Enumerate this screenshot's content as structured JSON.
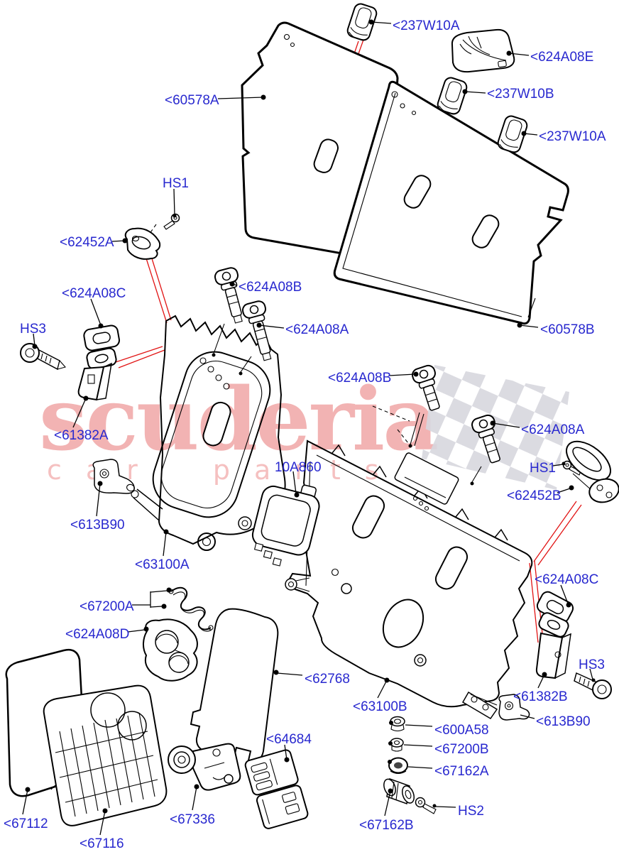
{
  "figure": {
    "description": "Exploded parts diagram - rear seat back panels, frames, armrest and fixing hardware",
    "background": "#ffffff"
  },
  "watermark": {
    "brand": "scuderia",
    "tagline": "car parts",
    "brand_color": "#f2b3b3",
    "checker_color": "#d7d7de"
  },
  "palette": {
    "label_blue": "#2828cf",
    "leader_red": "#e11414",
    "line_black": "#000000"
  },
  "callouts": [
    {
      "id": "237W10A-top",
      "text": "<237W10A"
    },
    {
      "id": "624A08E",
      "text": "<624A08E"
    },
    {
      "id": "60578A",
      "text": "<60578A"
    },
    {
      "id": "237W10B",
      "text": "<237W10B"
    },
    {
      "id": "237W10A-right",
      "text": "<237W10A"
    },
    {
      "id": "HS1-left",
      "text": "HS1"
    },
    {
      "id": "62452A",
      "text": "<62452A"
    },
    {
      "id": "624A08C-left",
      "text": "<624A08C"
    },
    {
      "id": "HS3-left",
      "text": "HS3"
    },
    {
      "id": "624A08B-left",
      "text": "<624A08B"
    },
    {
      "id": "624A08A-left",
      "text": "<624A08A"
    },
    {
      "id": "60578B",
      "text": "<60578B"
    },
    {
      "id": "624A08B-right",
      "text": "<624A08B"
    },
    {
      "id": "61382A",
      "text": "<61382A"
    },
    {
      "id": "624A08A-right",
      "text": "<624A08A"
    },
    {
      "id": "HS1-right",
      "text": "HS1"
    },
    {
      "id": "62452B",
      "text": "<62452B"
    },
    {
      "id": "10A860",
      "text": "10A860"
    },
    {
      "id": "613B90-left",
      "text": "<613B90"
    },
    {
      "id": "63100A",
      "text": "<63100A"
    },
    {
      "id": "67200A",
      "text": "<67200A"
    },
    {
      "id": "624A08D",
      "text": "<624A08D"
    },
    {
      "id": "624A08C-right",
      "text": "<624A08C"
    },
    {
      "id": "HS3-right",
      "text": "HS3"
    },
    {
      "id": "62768",
      "text": "<62768"
    },
    {
      "id": "63100B",
      "text": "<63100B"
    },
    {
      "id": "61382B",
      "text": "<61382B"
    },
    {
      "id": "613B90-right",
      "text": "<613B90"
    },
    {
      "id": "600A58",
      "text": "<600A58"
    },
    {
      "id": "67200B",
      "text": "<67200B"
    },
    {
      "id": "67162A",
      "text": "<67162A"
    },
    {
      "id": "64684",
      "text": "<64684"
    },
    {
      "id": "HS2",
      "text": "HS2"
    },
    {
      "id": "67112",
      "text": "<67112"
    },
    {
      "id": "67116",
      "text": "<67116"
    },
    {
      "id": "67336",
      "text": "<67336"
    },
    {
      "id": "67162B",
      "text": "<67162B"
    }
  ]
}
